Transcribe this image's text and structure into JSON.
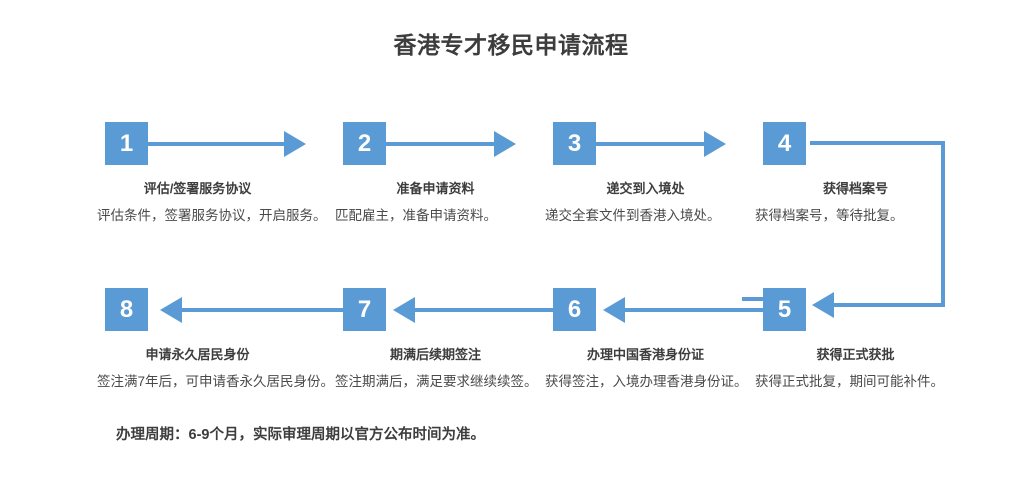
{
  "title": "香港专才移民申请流程",
  "colors": {
    "accent": "#5b9bd5",
    "title_text": "#3d3d3d",
    "body_text": "#4a4a4a",
    "background": "#ffffff"
  },
  "row_top": [
    {
      "number": "1",
      "title": "评估/签署服务协议",
      "desc": "评估条件，签署服务协议，开启服务。"
    },
    {
      "number": "2",
      "title": "准备申请资料",
      "desc": "匹配雇主，准备申请资料。"
    },
    {
      "number": "3",
      "title": "递交到入境处",
      "desc": "递交全套文件到香港入境处。"
    },
    {
      "number": "4",
      "title": "获得档案号",
      "desc": "获得档案号，等待批复。"
    }
  ],
  "row_bottom": [
    {
      "number": "8",
      "title": "申请永久居民身份",
      "desc": "签注满7年后，可申请香永久居民身份。"
    },
    {
      "number": "7",
      "title": "期满后续期签注",
      "desc": "签注期满后，满足要求继续续签。"
    },
    {
      "number": "6",
      "title": "办理中国香港身份证",
      "desc": "获得签注，入境办理香港身份证。"
    },
    {
      "number": "5",
      "title": "获得正式获批",
      "desc": "获得正式批复，期间可能补件。"
    }
  ],
  "footer_note": "办理周期：6-9个月，实际审理周期以官方公布时间为准。"
}
